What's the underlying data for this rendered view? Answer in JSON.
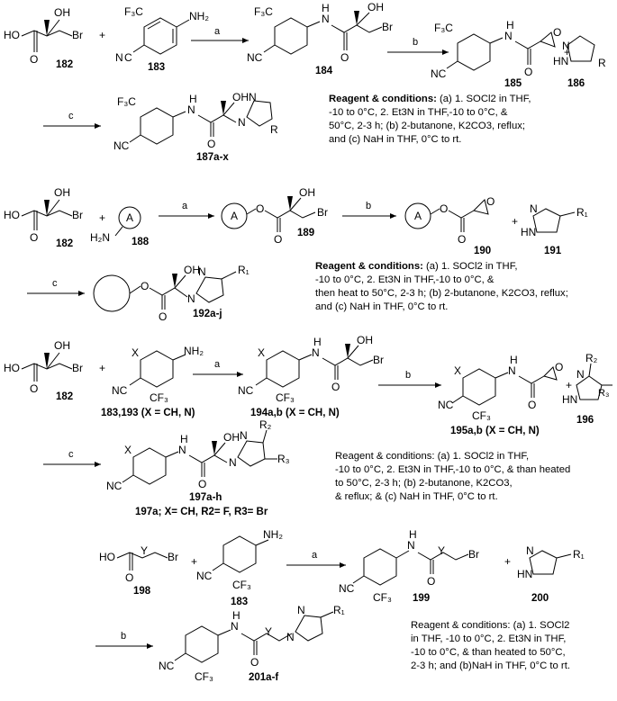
{
  "scheme1": {
    "compounds": [
      "182",
      "183",
      "184",
      "185",
      "186",
      "187a-x"
    ],
    "arrow_labels": [
      "a",
      "b",
      "c"
    ],
    "conditions_title": "Reagent & conditions:",
    "conditions_lines": [
      " (a) 1. SOCl2 in THF,",
      "-10 to 0°C, 2. Et3N in THF,-10 to 0°C, &",
      "50°C, 2-3 h; (b) 2-butanone, K2CO3, reflux;",
      "and (c) NaH in THF, 0°C to rt."
    ]
  },
  "scheme2": {
    "compounds": [
      "182",
      "188",
      "189",
      "190",
      "191",
      "192a-j"
    ],
    "arrow_labels": [
      "a",
      "b",
      "c"
    ],
    "ring_label": "A",
    "conditions_title": "Reagent & conditions:",
    "conditions_lines": [
      " (a) 1. SOCl2 in THF,",
      "-10 to 0°C, 2. Et3N in THF,-10 to 0°C, &",
      "then heat to 50°C, 2-3 h; (b) 2-butanone, K2CO3, reflux;",
      "and (c) NaH in THF, 0°C to rt."
    ]
  },
  "scheme3": {
    "compounds": [
      "182",
      "183,193 (X = CH, N)",
      "194a,b (X = CH, N)",
      "195a,b (X = CH, N)",
      "196",
      "197a-h"
    ],
    "arrow_labels": [
      "a",
      "b",
      "c"
    ],
    "example": "197a; X= CH, R2= F, R3= Br",
    "conditions_lines": [
      "Reagent & conditions: (a) 1. SOCl2 in THF,",
      "-10 to 0°C, 2. Et3N in THF,-10 to 0°C, & than heated",
      "to 50°C, 2-3 h; (b) 2-butanone, K2CO3,",
      "& reflux; & (c) NaH in THF,  0°C to rt."
    ]
  },
  "scheme4": {
    "compounds": [
      "198",
      "183",
      "199",
      "200",
      "201a-f"
    ],
    "arrow_labels": [
      "a",
      "b"
    ],
    "conditions_lines": [
      "Reagent & conditions: (a) 1. SOCl2",
      "in THF, -10 to 0°C, 2. Et3N in THF,",
      "-10 to 0°C, & than heated to 50°C,",
      "2-3 h; and (b)NaH in THF, 0°C to rt."
    ]
  }
}
